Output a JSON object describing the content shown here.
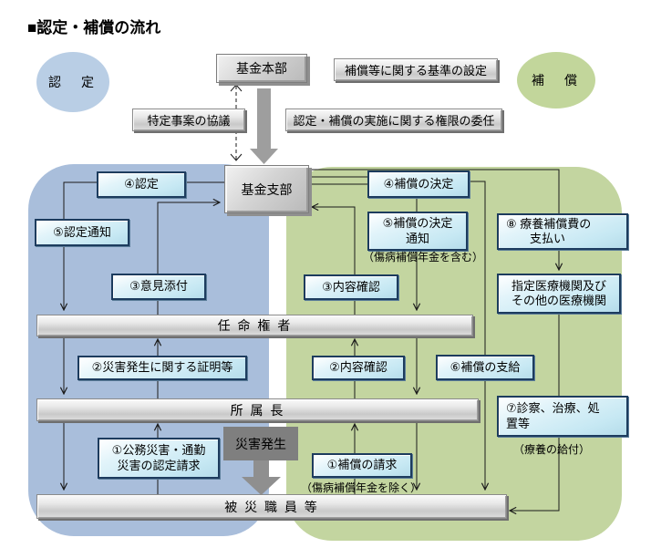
{
  "title": "■認定・補償の流れ",
  "ellipses": {
    "nintei": "認　定",
    "hoshou": "補　償"
  },
  "top": {
    "honbu": "基金本部",
    "kijun": "補償等に関する基準の設定",
    "kyougi": "特定事案の協議",
    "inin": "認定・補償の実施に関する権限の委任"
  },
  "center": {
    "shibu": "基金支部",
    "saigai": "災害発生"
  },
  "bars": {
    "ninmei": "任 命 権 者",
    "shozoku": "所 属 長",
    "hisai": "被 災 職 員 等"
  },
  "left": {
    "l4": "④認定",
    "l5": "⑤認定通知",
    "l3": "③意見添付",
    "l2": "②災害発生に関する証明等",
    "l1a": "①公務災害・通勤",
    "l1b": "災害の認定請求"
  },
  "right": {
    "r4": "④補償の決定",
    "r5a": "⑤補償の決定",
    "r5b": "通知",
    "r3": "③内容確認",
    "r2": "②内容確認",
    "r6": "⑥補償の支給",
    "r1": "①補償の請求",
    "r8a": "⑧ 療養補償費の",
    "r8b": "支払い",
    "med1": "指定医療機関及び",
    "med2": "その他の医療機関",
    "r7a": "⑦診察、治療、処",
    "r7b": "置等"
  },
  "notes": {
    "fukumu": "（傷病補償年金を含む）",
    "nozoku": "（傷病補償年金を除く）",
    "ryouyou": "（療養の給付）"
  },
  "colors": {
    "blue_panel": "#a9bedb",
    "green_panel": "#c3d5a0",
    "blue_ellipse": "#b9cee5",
    "green_ellipse": "#c2d69b",
    "cyan_border": "#1d3c5e",
    "gray_arrow": "#9e9e9e",
    "saigai_gray": "#7f7f7f"
  }
}
